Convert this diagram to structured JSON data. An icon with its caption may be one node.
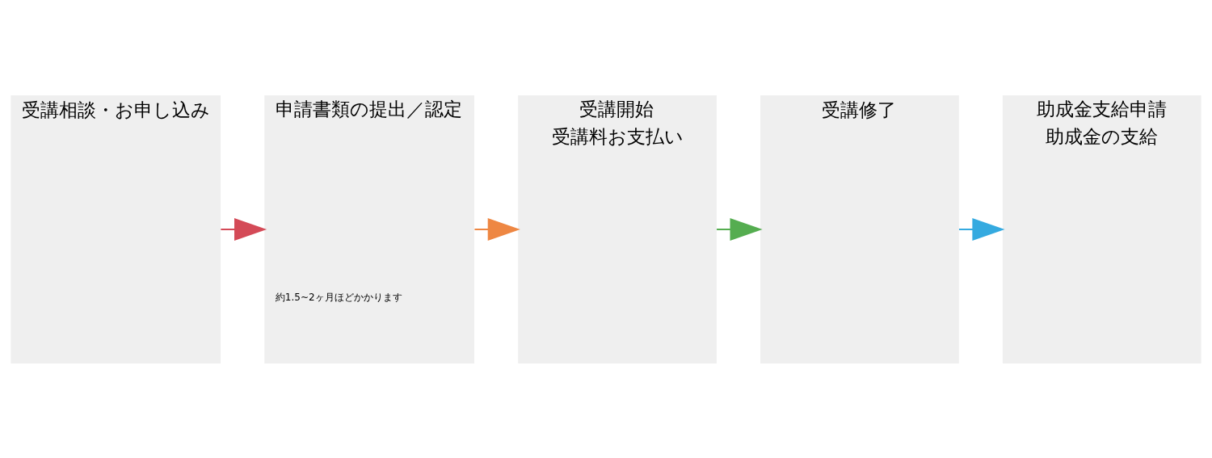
{
  "diagram": {
    "nodes": [
      {
        "text": [
          "受講相談・お申し込み"
        ]
      },
      {
        "text": [
          "申請書類の提出／認定",
          "約1.5~2ヶ月ほどかかります"
        ]
      },
      {
        "text": [
          "受講開始",
          "受講料お支払い"
        ]
      },
      {
        "text": [
          "受講修了"
        ]
      },
      {
        "text": [
          "助成金支給申請",
          "助成金の支給"
        ]
      }
    ],
    "edges": [
      {
        "from": 0,
        "to": 1,
        "arrow": "to",
        "color": "#d44a57"
      },
      {
        "from": 1,
        "to": 2,
        "arrow": "to",
        "color": "#ee8743"
      },
      {
        "from": 2,
        "to": 3,
        "arrow": "to",
        "color": "#55ad50"
      },
      {
        "from": 3,
        "to": 4,
        "arrow": "to",
        "color": "#35aae0"
      }
    ]
  }
}
